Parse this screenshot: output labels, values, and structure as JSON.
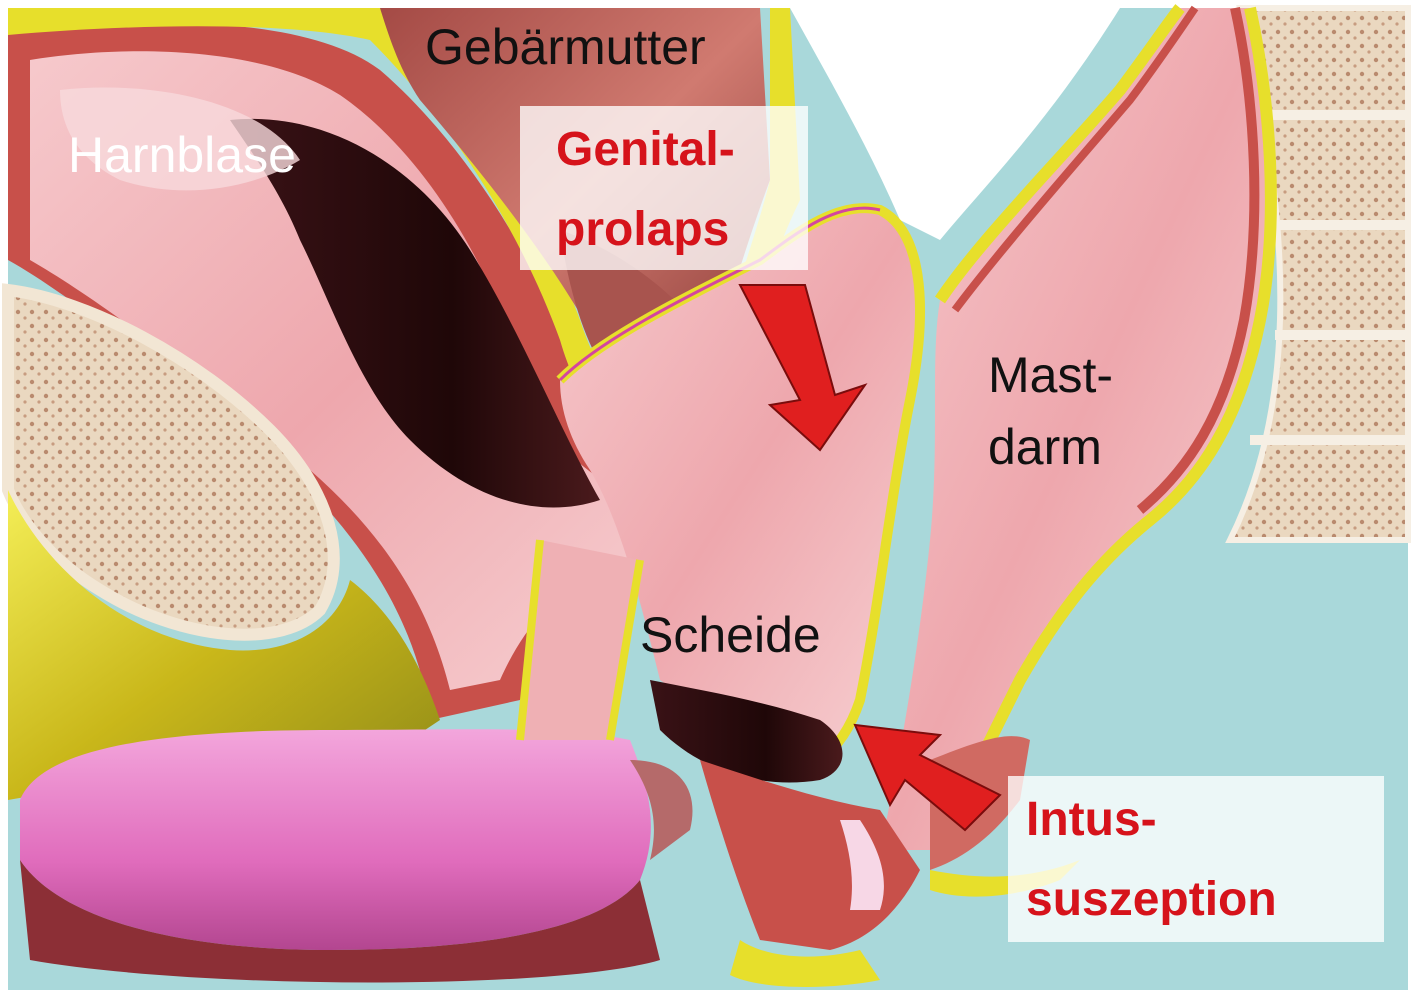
{
  "labels": {
    "uterus": "Gebärmutter",
    "bladder": "Harnblase",
    "rectum_line1": "Mast-",
    "rectum_line2": "darm",
    "vagina": "Scheide",
    "prolapse_line1": "Genital-",
    "prolapse_line2": "prolaps",
    "intussusception_line1": "Intus-",
    "intussusception_line2": "suszeption"
  },
  "colors": {
    "background": "#a9d8da",
    "tissue_pink": "#f2b8bd",
    "muscle_red": "#c8504a",
    "fat_yellow": "#e7df2b",
    "bone": "#e8d8c4",
    "floor_magenta": "#e27bc2",
    "cavity_dark": "#2b0d10",
    "arrow_red": "#e01f1f",
    "annotation_red": "#d6131b"
  }
}
